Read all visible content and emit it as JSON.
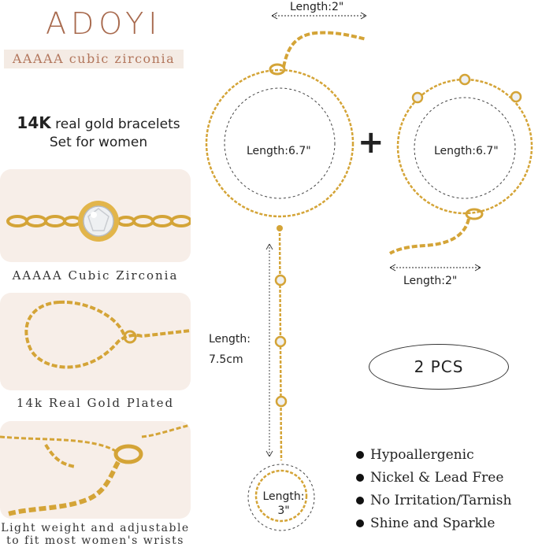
{
  "brand": "ADOYI",
  "tagline": "AAAAA cubic zirconia",
  "headline": {
    "bold": "14K",
    "rest": " real gold bracelets",
    "line2": "Set for women"
  },
  "thumbnails": [
    {
      "caption": "AAAAA Cubic Zirconia"
    },
    {
      "caption": "14k Real Gold Plated"
    },
    {
      "caption_line1": "Light weight and adjustable",
      "caption_line2": "to fit most women's wrists"
    }
  ],
  "labels": {
    "top_extender": "Length:2\"",
    "left_bracelet": "Length:6.7\"",
    "right_bracelet": "Length:6.7\"",
    "right_extender": "Length:2\"",
    "finger_chain_line1": "Length:",
    "finger_chain_line2": "7.5cm",
    "ring_line1": "Length:",
    "ring_line2": "3\""
  },
  "plus_sign": "+",
  "quantity": "2 PCS",
  "features": [
    "Hypoallergenic",
    "Nickel & Lead Free",
    "No Irritation/Tarnish",
    "Shine and Sparkle"
  ],
  "colors": {
    "brand": "#a86a4e",
    "gold": "#d4a437",
    "panel": "#f7eee8"
  }
}
